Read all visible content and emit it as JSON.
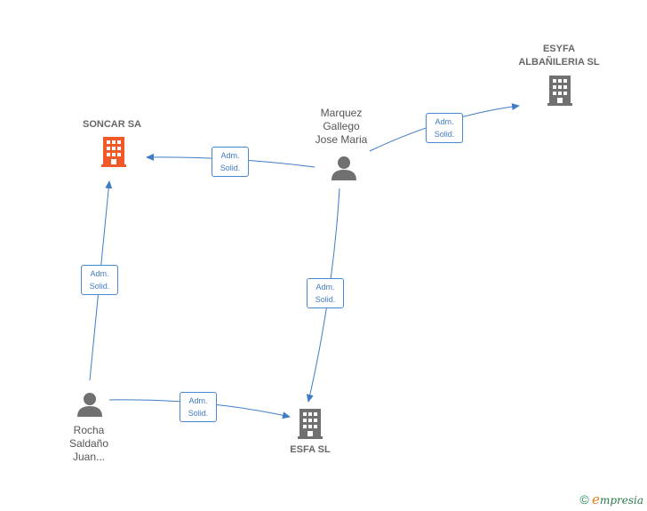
{
  "colors": {
    "edge": "#3f7cc4",
    "company_icon": "#707070",
    "company_icon_main": "#f05a28",
    "person_icon": "#707070"
  },
  "nodes": {
    "soncar": {
      "label": "SONCAR SA",
      "type": "company",
      "icon": "building-icon"
    },
    "esyfa": {
      "label_line1": "ESYFA",
      "label_line2": "ALBAÑILERIA SL",
      "type": "company",
      "icon": "building-icon"
    },
    "marquez": {
      "line1": "Marquez",
      "line2": "Gallego",
      "line3": "Jose Maria",
      "type": "person",
      "icon": "person-icon"
    },
    "rocha": {
      "line1": "Rocha",
      "line2": "Saldaño",
      "line3": "Juan...",
      "type": "person",
      "icon": "person-icon"
    },
    "esfa": {
      "label": "ESFA SL",
      "type": "company",
      "icon": "building-icon"
    }
  },
  "relations": {
    "marquez_soncar": {
      "line1": "Adm.",
      "line2": "Solid."
    },
    "marquez_esyfa": {
      "line1": "Adm.",
      "line2": "Solid."
    },
    "rocha_soncar": {
      "line1": "Adm.",
      "line2": "Solid."
    },
    "marquez_esfa": {
      "line1": "Adm.",
      "line2": "Solid."
    },
    "rocha_esfa": {
      "line1": "Adm.",
      "line2": "Solid."
    }
  },
  "footer": {
    "copyright_symbol": "©",
    "brand_initial": "e",
    "brand_rest": "mpresia"
  }
}
